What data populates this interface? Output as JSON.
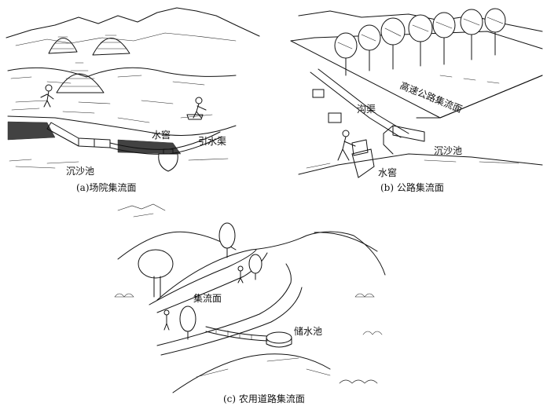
{
  "panels": {
    "a": {
      "caption": "(a)场院集流面",
      "labels": {
        "cellar": "水窖",
        "channel": "引水渠",
        "settling": "沉沙池"
      }
    },
    "b": {
      "caption": "(b) 公路集流面",
      "labels": {
        "highway": "高速公路集流面",
        "ditch": "沟渠",
        "settling": "沉沙池",
        "cellar": "水窖"
      }
    },
    "c": {
      "caption": "(c) 农用道路集流面",
      "labels": {
        "surface": "集流面",
        "pond": "储水池"
      }
    }
  }
}
